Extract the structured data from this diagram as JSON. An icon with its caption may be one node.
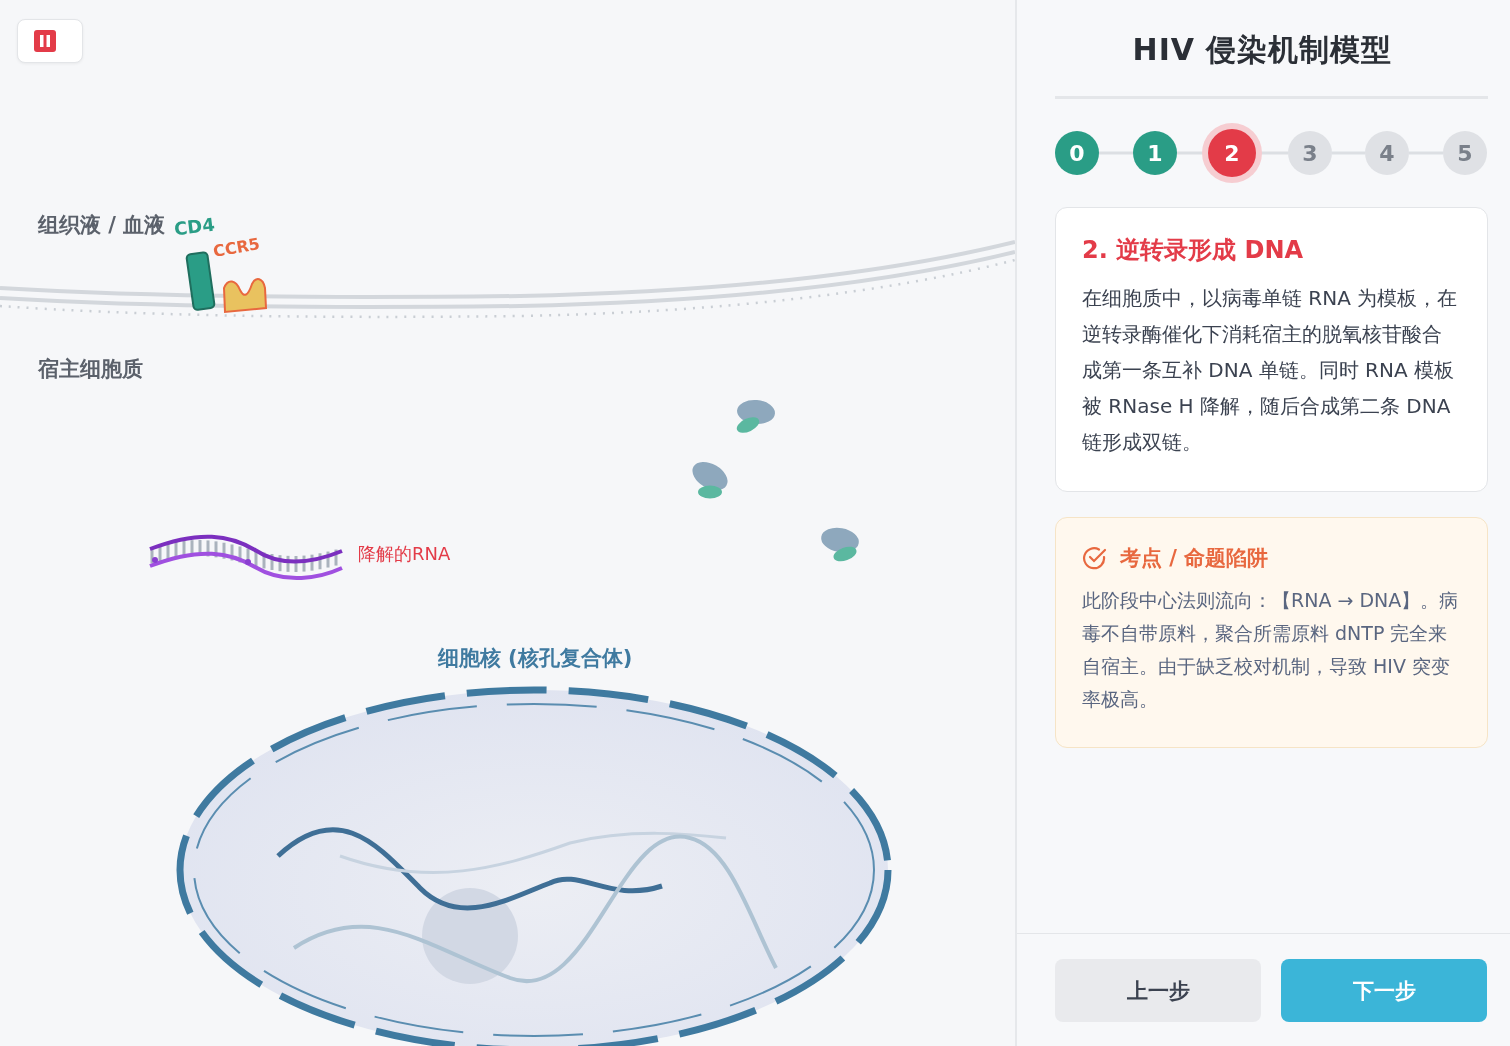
{
  "diagram": {
    "title": "HIV 侵染机制模型",
    "nodes": [
      {
        "text": [
          "CD4"
        ]
      },
      {
        "text": [
          "CCR5"
        ]
      },
      {
        "text": [
          "细胞核 (核孔复合体)"
        ]
      },
      {
        "text": [
          "0"
        ]
      },
      {
        "text": [
          "1"
        ]
      },
      {
        "text": [
          "2"
        ]
      },
      {
        "text": [
          "3"
        ]
      },
      {
        "text": [
          "4"
        ]
      },
      {
        "text": [
          "5"
        ]
      },
      {
        "text": [
          "2. 逆转录形成 DNA",
          "在细胞质中，以病毒单链 RNA 为模板，在逆转录酶催化下消耗宿主的脱氧核苷酸合成第一条互补 DNA 单链。同时 RNA 模板被 RNase H 降解，随后合成第二条 DNA 链形成双链。"
        ]
      },
      {
        "text": [
          "考点 / 命题陷阱",
          "此阶段中心法则流向：【RNA → DNA】。病毒不自带原料，聚合所需原料 dNTP 完全来自宿主。由于缺乏校对机制，导致 HIV 突变率极高。"
        ]
      }
    ],
    "edges": [
      {
        "from": 3,
        "to": 4,
        "arrow": "none"
      },
      {
        "from": 4,
        "to": 5,
        "arrow": "none"
      },
      {
        "from": 5,
        "to": 6,
        "arrow": "none"
      },
      {
        "from": 6,
        "to": 7,
        "arrow": "none"
      },
      {
        "from": 7,
        "to": 8,
        "arrow": "none"
      }
    ],
    "labels": [
      "组织液 / 血液",
      "宿主细胞质",
      "降解的RNA",
      "上一步",
      "下一步"
    ]
  }
}
